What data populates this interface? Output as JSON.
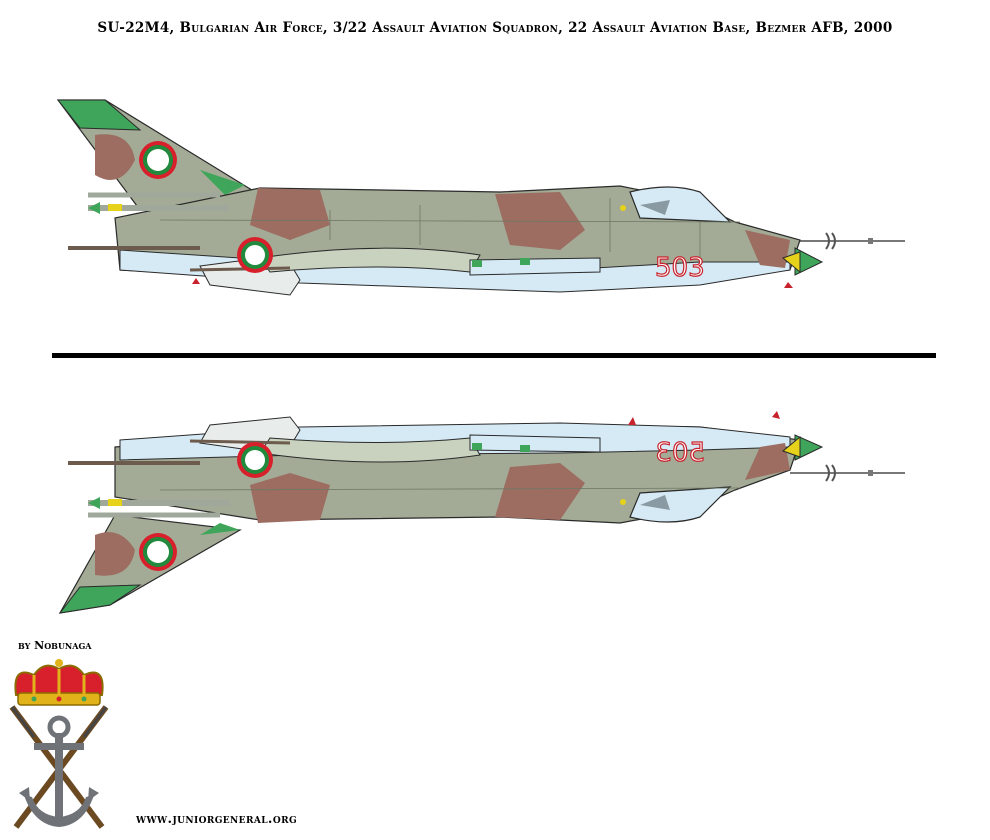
{
  "title": "SU-22M4, Bulgarian Air Force, 3/22 Assault Aviation Squadron, 22 Assault Aviation Base, Bezmer AFB, 2000",
  "aircraft": {
    "tail_number": "503",
    "views": [
      "left-profile",
      "right-profile"
    ],
    "colors": {
      "grey_green": "#a3ab96",
      "brown": "#9c6d60",
      "underside": "#d6eaf6",
      "green": "#3ea55a",
      "roundel_white": "#ffffff",
      "roundel_green": "#218a3c",
      "roundel_red": "#d8202c",
      "outline": "#2a2a2a",
      "number_red": "#c8222c"
    }
  },
  "credits": {
    "author": "by Nobunaga",
    "website": "www.juniorgeneral.org"
  },
  "crest": {
    "icon": "crown-anchor-crossed-rifles-emblem"
  }
}
